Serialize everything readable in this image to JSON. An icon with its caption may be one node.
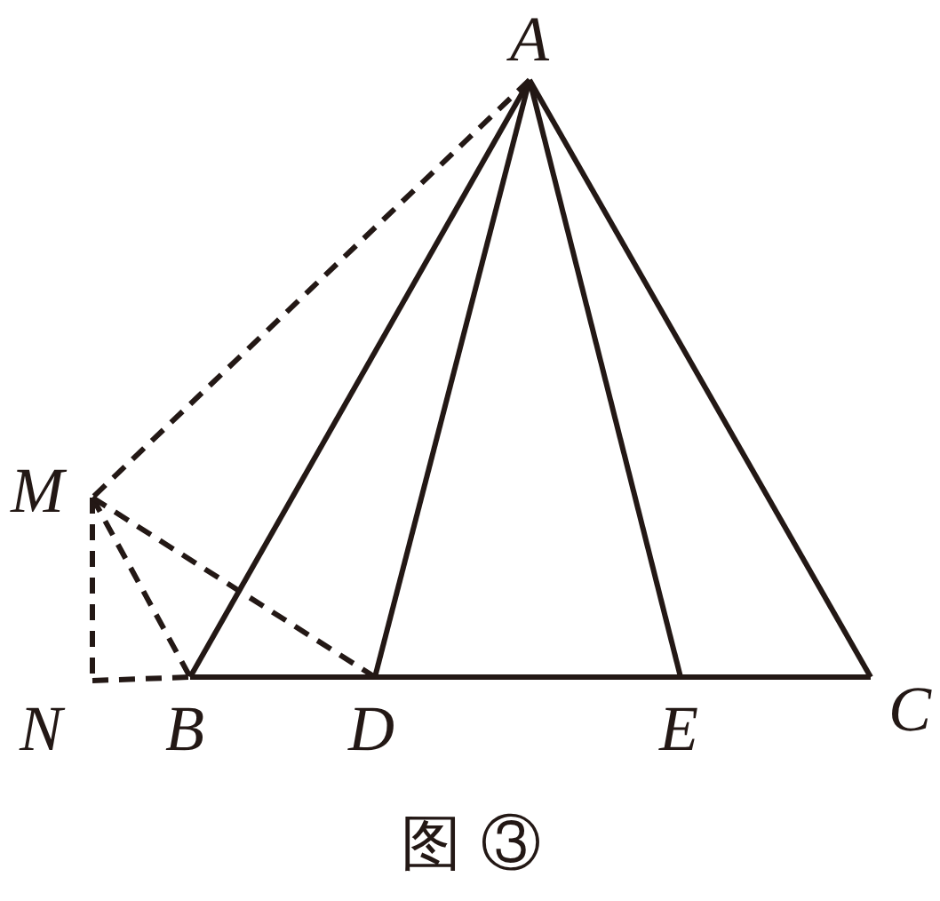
{
  "diagram": {
    "caption": "图 ③",
    "nodes": [
      {
        "text": [
          "A"
        ]
      },
      {
        "text": [
          "M"
        ]
      },
      {
        "text": [
          "N"
        ]
      },
      {
        "text": [
          "B"
        ]
      },
      {
        "text": [
          "D"
        ]
      },
      {
        "text": [
          "E"
        ]
      },
      {
        "text": [
          "C"
        ]
      }
    ],
    "edges": [
      {
        "from": 0,
        "to": 3,
        "arrow": "none"
      },
      {
        "from": 0,
        "to": 4,
        "arrow": "none"
      },
      {
        "from": 0,
        "to": 5,
        "arrow": "none"
      },
      {
        "from": 0,
        "to": 6,
        "arrow": "none"
      },
      {
        "from": 3,
        "to": 4,
        "arrow": "none"
      },
      {
        "from": 4,
        "to": 5,
        "arrow": "none"
      },
      {
        "from": 5,
        "to": 6,
        "arrow": "none"
      },
      {
        "from": 0,
        "to": 1,
        "arrow": "none",
        "style": "dashed"
      },
      {
        "from": 1,
        "to": 2,
        "arrow": "none",
        "style": "dashed"
      },
      {
        "from": 2,
        "to": 3,
        "arrow": "none",
        "style": "dashed"
      },
      {
        "from": 1,
        "to": 3,
        "arrow": "none",
        "style": "dashed"
      },
      {
        "from": 1,
        "to": 4,
        "arrow": "none",
        "style": "dashed"
      }
    ]
  }
}
